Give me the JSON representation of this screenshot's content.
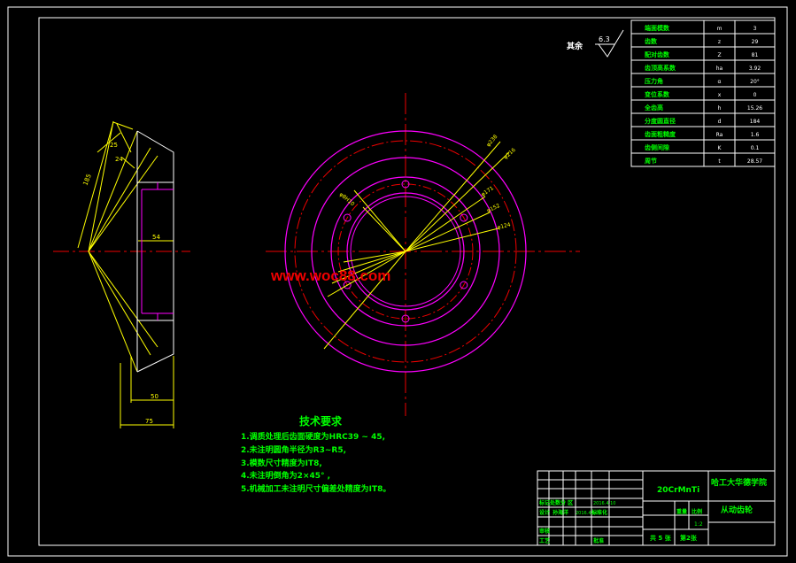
{
  "surface_finish": {
    "label": "其余",
    "value": "6.3"
  },
  "param_table": [
    [
      "端面模数",
      "m",
      "3"
    ],
    [
      "齿数",
      "z",
      "29"
    ],
    [
      "配对齿数",
      "Z",
      "81"
    ],
    [
      "齿顶高系数",
      "ha",
      "3.92"
    ],
    [
      "压力角",
      "α",
      "20°"
    ],
    [
      "变位系数",
      "x",
      "0"
    ],
    [
      "全齿高",
      "h",
      "15.26"
    ],
    [
      "分度圆直径",
      "d",
      "184"
    ],
    [
      "齿面粗糙度",
      "Ra",
      "1.6"
    ],
    [
      "齿侧间隙",
      "K",
      "0.1"
    ],
    [
      "周节",
      "t",
      "28.57"
    ]
  ],
  "watermark": "www.woc88.com",
  "tech_req": {
    "title": "技术要求",
    "items": [
      "1.调质处理后齿面硬度为HRC39 ~ 45,",
      "2.未注明圆角半径为R3~R5,",
      "3.模数尺寸精度为IT8,",
      "4.未注明倒角为2×45° ,",
      "5.机械加工未注明尺寸偏差处精度为IT8。"
    ]
  },
  "section_dims": {
    "slant": "185",
    "d1": "25",
    "d2": "24",
    "d3": "54",
    "d4": "50",
    "d5": "75"
  },
  "circle_dims": [
    "φ238",
    "φ216",
    "φ171",
    "φ152",
    "φ124",
    "φ8H10"
  ],
  "title_block": {
    "material": "20CrMnTi",
    "school": "哈工大华德学院",
    "part_name": "从动齿轮",
    "row1": "标记处数分  区",
    "row2": "设计",
    "row3": "审核",
    "row4": "工艺",
    "row_approve": "批准",
    "weight_label": "重量",
    "scale_label": "比例",
    "scale": "1:2",
    "sheets": "共 5 张",
    "sheet_no": "第2张",
    "designer": "孙海洋",
    "date": "2016.4.10",
    "sign_label": "标准化",
    "year": "2016.4.10"
  }
}
